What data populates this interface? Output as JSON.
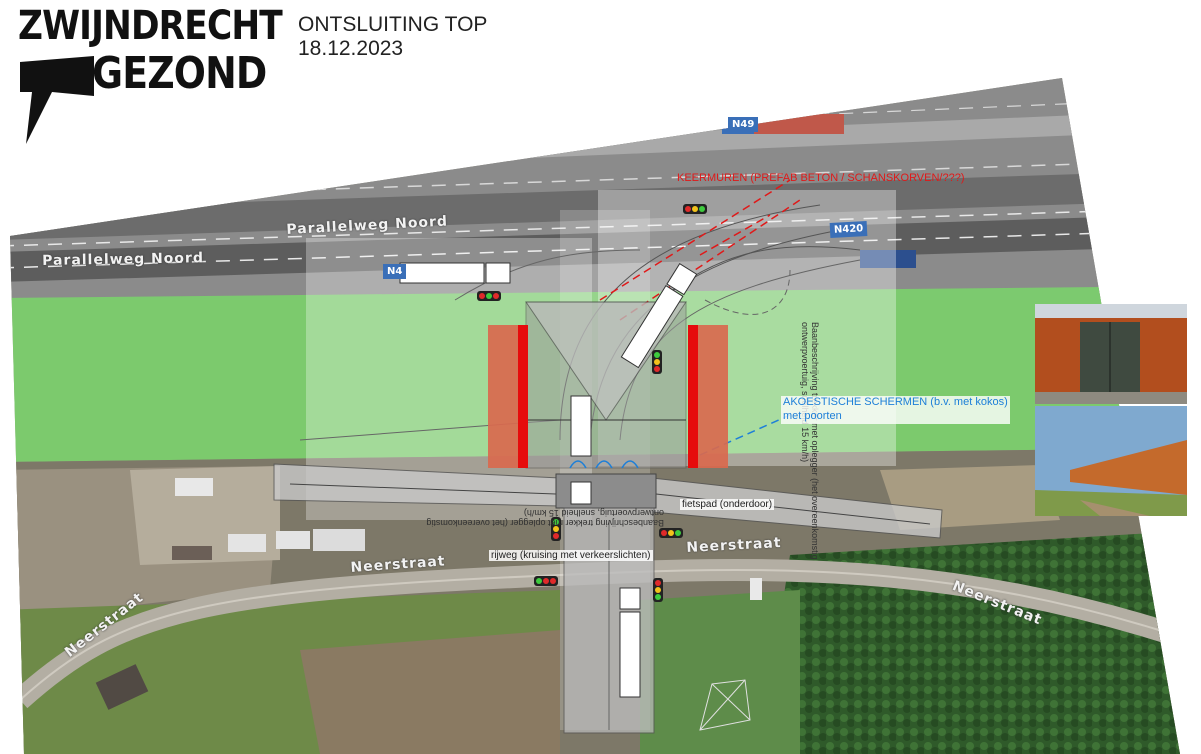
{
  "logo": {
    "line1": "ZWIJNDRECHT",
    "line2": "GEZOND"
  },
  "header": {
    "title": "ONTSLUITING TOP",
    "date": "18.12.2023"
  },
  "annotations": {
    "keermuren": "KEERMUREN (PREFAB BETON / SCHANSKORVEN/???)",
    "akoestisch_line1": "AKOESTISCHE SCHERMEN (b.v. met kokos)",
    "akoestisch_line2": "met poorten",
    "fietspad": "fietspad (onderdoor)",
    "rijweg": "rijweg (kruising met verkeerslichten)"
  },
  "roads": {
    "parallelweg_upper": "Parallelweg Noord",
    "parallelweg_lower": "Parallelweg Noord",
    "neerstraat_center": "Neerstraat",
    "neerstraat_left": "Neerstraat",
    "neerstraat_right": "Neerstraat",
    "neerstraat_mid": "Neerstraat"
  },
  "highways": {
    "n49": "N49",
    "n420": "N420",
    "n4": "N4"
  },
  "drawing_notes": {
    "bocht_note": "Baanbeschrijving trekker met oplegger (het overeenkomstig ontwerpvoertuig, snelheid 15 km/h)",
    "bocht_note_mirrored": "Baanbeschrijving trekker met oplegger (het overeenkomstig ontwerpvoertuig, snelheid 15 km/h)"
  },
  "colors": {
    "green_zone": "#78d46a",
    "retaining_wall": "#d9694e",
    "acoustic_red": "#e60c0c",
    "annotation_red": "#e01919",
    "annotation_blue": "#1d7fd8",
    "road_grey": "#8b8b8b"
  }
}
